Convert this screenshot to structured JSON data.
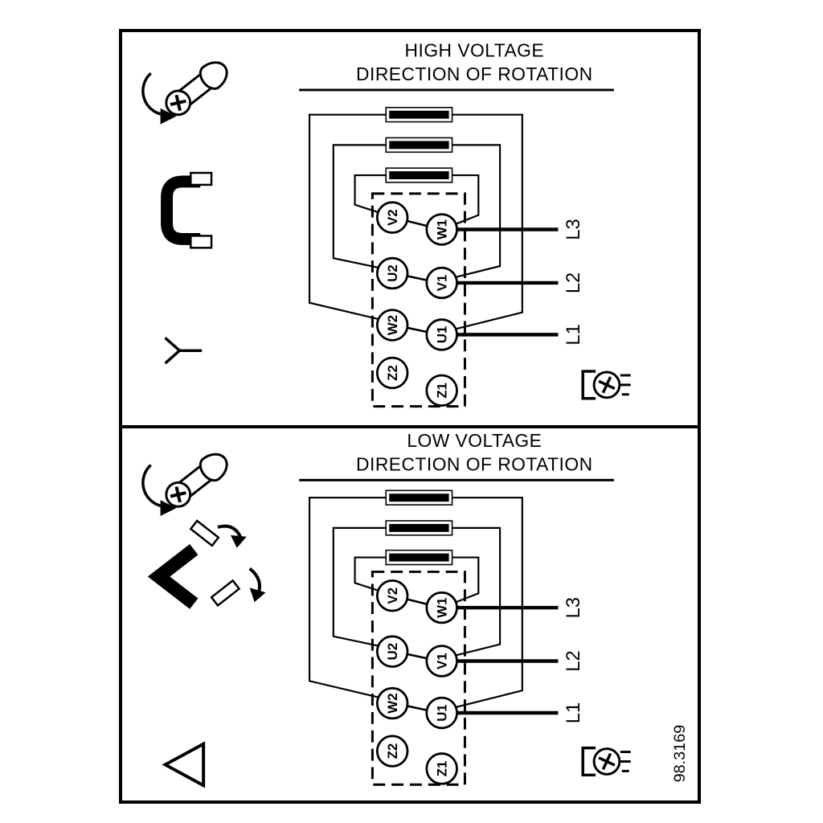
{
  "figure_number": "98.3169",
  "colors": {
    "ink": "#000000",
    "background": "#ffffff"
  },
  "icons": {
    "screw_rotation": "screw-with-rotation-arrow",
    "jumper_link": "single-jumper-link",
    "star_symbol": "star-connection",
    "delta_symbol": "delta-connection",
    "link_positions": "jumper-links-rearranged-with-arrows",
    "ground_screw": "ground-terminal-screw"
  },
  "panels": {
    "high": {
      "title_line1": "HIGH VOLTAGE",
      "title_line2": "DIRECTION OF ROTATION",
      "connection": "star",
      "terminals": {
        "left": [
          "V2",
          "U2",
          "W2",
          "Z2"
        ],
        "right": [
          "W1",
          "V1",
          "U1",
          "Z1"
        ]
      },
      "supply_labels": [
        "L3",
        "L2",
        "L1"
      ]
    },
    "low": {
      "title_line1": "LOW VOLTAGE",
      "title_line2": "DIRECTION OF ROTATION",
      "connection": "delta",
      "terminals": {
        "left": [
          "V2",
          "U2",
          "W2",
          "Z2"
        ],
        "right": [
          "W1",
          "V1",
          "U1",
          "Z1"
        ]
      },
      "supply_labels": [
        "L3",
        "L2",
        "L1"
      ]
    }
  }
}
